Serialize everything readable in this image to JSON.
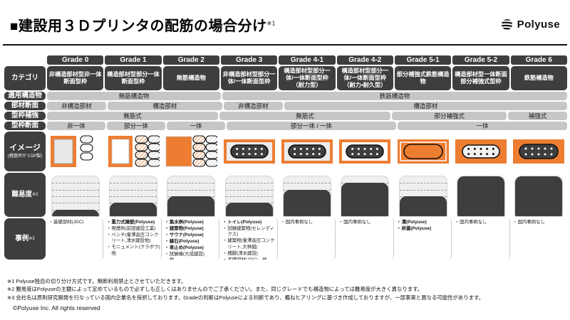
{
  "header": {
    "title_mark": "■",
    "title": "建設用３Ｄプリンタの配筋の場合分け",
    "title_note": "※1",
    "logo_text": "Polyuse",
    "logo_icon": "polyuse-sphere-icon"
  },
  "row_labels": {
    "category": "カテゴリ",
    "structure": "適用構造物",
    "member_section": "部材断面",
    "form_reinforce": "型枠補強",
    "form_section": "型枠断面",
    "image": "イメージ",
    "image_sub": "(橙箇所が３DP製)",
    "difficulty": "難易度",
    "difficulty_note": "※2",
    "examples": "事例",
    "examples_note": "※3"
  },
  "grades": [
    "Grade 0",
    "Grade 1",
    "Grade 2",
    "Grade 3",
    "Grade 4-1",
    "Grade 4-2",
    "Grade 5-1",
    "Grade 5-2",
    "Grade 6"
  ],
  "categories": [
    "非構造部材型非一体断面型枠",
    "構造部材型部分一体断面型枠",
    "無筋構造物",
    "非構造部材型部分一体/一体断面型枠",
    "構造部材型部分一体/一体断面型枠（耐力型）",
    "構造部材型部分一体/一体断面型枠（耐力・耐久型）",
    "部分補強式鉄筋構造物",
    "構造部材型一体断面部分補強式型枠",
    "鉄筋構造物"
  ],
  "structure_row": [
    {
      "label": "無筋構造物",
      "span": 3
    },
    {
      "label": "鉄筋構造物",
      "span": 6
    }
  ],
  "member_section_row": [
    {
      "label": "非構造部材",
      "span": 1
    },
    {
      "label": "構造部材",
      "span": 2
    },
    {
      "label": "非構造部材",
      "span": 1
    },
    {
      "label": "構造部材",
      "span": 5
    }
  ],
  "form_reinforce_row": [
    {
      "label": "無筋式",
      "span": 3
    },
    {
      "label": "無筋式",
      "span": 3
    },
    {
      "label": "部分補強式",
      "span": 2
    },
    {
      "label": "補強式",
      "span": 1
    }
  ],
  "form_section_row": [
    {
      "label": "非一体",
      "span": 1
    },
    {
      "label": "部分一体",
      "span": 1
    },
    {
      "label": "一体",
      "span": 1
    },
    {
      "label": "部分一体 / 一体",
      "span": 3
    },
    {
      "label": "一体",
      "span": 3
    }
  ],
  "images": [
    {
      "grade": "Grade 0",
      "icon": "frame-gray-fill-with-stacked-blocks"
    },
    {
      "grade": "Grade 1",
      "icon": "frame-white-fill-with-hatched-block-grid"
    },
    {
      "grade": "Grade 2",
      "icon": "solid-orange-block-with-hatched-block-grid"
    },
    {
      "grade": "Grade 3",
      "icon": "orange-frame-gray-fill-dark-rebar-cage"
    },
    {
      "grade": "Grade 4-1",
      "icon": "orange-frame-gray-fill-dark-rebar-cage"
    },
    {
      "grade": "Grade 4-2",
      "icon": "orange-frame-white-fill-dark-rebar-cage"
    },
    {
      "grade": "Grade 5-1",
      "icon": "orange-frame-orange-fill-outline-cage"
    },
    {
      "grade": "Grade 5-2",
      "icon": "orange-frame-orange-fill-white-cage-dots"
    },
    {
      "grade": "Grade 6",
      "icon": "orange-fill-dark-rebar-cage"
    }
  ],
  "chart_data": {
    "type": "bar",
    "title": "難易度 (Difficulty)",
    "categories": [
      "Grade 0",
      "Grade 1",
      "Grade 2",
      "Grade 3",
      "Grade 4-1",
      "Grade 4-2",
      "Grade 5-1",
      "Grade 5-2",
      "Grade 6"
    ],
    "values": [
      1,
      2,
      3,
      2,
      4,
      5,
      3,
      6,
      6
    ],
    "ylim": [
      0,
      6
    ],
    "segments": 6,
    "xlabel": "",
    "ylabel": "難易度",
    "grid": true,
    "legend": false,
    "fill_color": "#3e3e3e",
    "track_color": "#efefef"
  },
  "examples": [
    {
      "grade": "Grade 0",
      "items": [
        {
          "text": "基礎部材(JGC)",
          "bold": false
        }
      ]
    },
    {
      "grade": "Grade 1",
      "items": [
        {
          "text": "重力式擁壁(Polyuse)",
          "bold": true
        },
        {
          "text": "喫煙所(前田建設工業)",
          "bold": false
        },
        {
          "text": "ベンチ(會澤高圧コンクリート,清水建設他)",
          "bold": false
        },
        {
          "text": "モニュメント(クラボウ)　　　　　他",
          "bold": false
        }
      ]
    },
    {
      "grade": "Grade 2",
      "items": [
        {
          "text": "集水桝(Polyuse)",
          "bold": true
        },
        {
          "text": "建築物(Polyuse)",
          "bold": true
        },
        {
          "text": "サウナ(Polyuse)",
          "bold": true
        },
        {
          "text": "縁石(Polyuse)",
          "bold": true
        },
        {
          "text": "車止め(Polyuse)",
          "bold": true
        },
        {
          "text": "試験棟(大成建設)　　　　他",
          "bold": false
        }
      ]
    },
    {
      "grade": "Grade 3",
      "items": [
        {
          "text": "トイレ(Polyuse)",
          "bold": true
        },
        {
          "text": "試験建築物(セレンディクス)",
          "bold": false
        },
        {
          "text": "建築物(會澤高圧コンクリート,大林組)",
          "bold": false
        },
        {
          "text": "橋脚(清水建設)",
          "bold": false
        },
        {
          "text": "基礎部材(JGC)　他",
          "bold": false
        }
      ]
    },
    {
      "grade": "Grade 4-1",
      "items": [
        {
          "text": "国内事例なし",
          "bold": false
        }
      ]
    },
    {
      "grade": "Grade 4-2",
      "items": [
        {
          "text": "国内事例なし",
          "bold": false
        }
      ]
    },
    {
      "grade": "Grade 5-1",
      "items": [
        {
          "text": "溝(Polyuse)",
          "bold": true
        },
        {
          "text": "枡蓋(Polyuse)",
          "bold": true
        }
      ]
    },
    {
      "grade": "Grade 5-2",
      "items": [
        {
          "text": "国内事例なし",
          "bold": false
        }
      ]
    },
    {
      "grade": "Grade 6",
      "items": [
        {
          "text": "国内事例なし",
          "bold": false
        }
      ]
    }
  ],
  "notes": [
    "※1 Polyuse独自の切り分け方式です。無断利用禁止とさせていただきます。",
    "※2 難易度はPolyuseの主観によって定めているもので必ずしも正しくはありませんのでご了承ください。また、同じグレードでも構造物によっては難易度が大きく異なります。",
    "※3 会社名は原則研究開発を行なっている国内企業名を採択しております。Gradeの判断はPolyuseによる判断であり、概ねヒアリングに基づき作成しておりますが、一部事実と異なる可能性があります。"
  ],
  "copyright": "©Polyuse Inc. All rights reserved",
  "colors": {
    "dark": "#3e3e3e",
    "gray": "#c6c6c6",
    "orange": "#ed7d31",
    "light": "#efefef"
  }
}
